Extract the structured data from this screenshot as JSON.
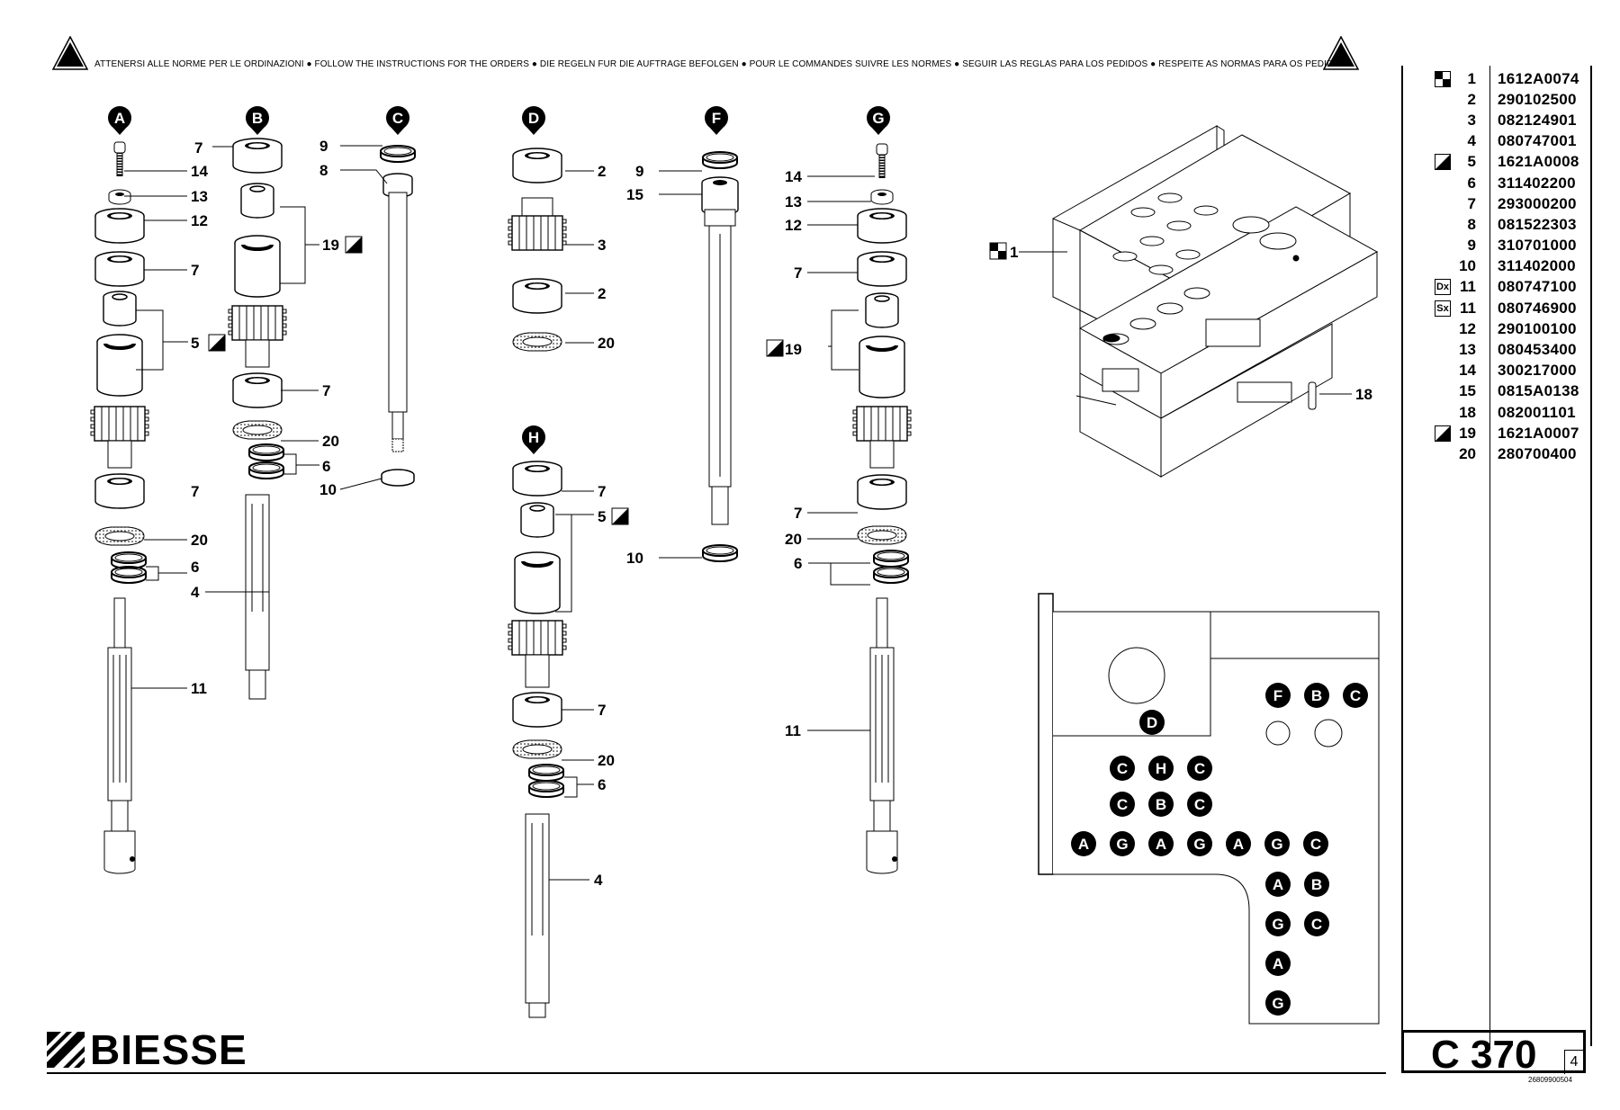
{
  "header": {
    "warning_text": "ATTENERSI ALLE NORME PER LE ORDINAZIONI  ●  FOLLOW THE INSTRUCTIONS FOR THE ORDERS  ●  DIE REGELN FUR DIE AUFTRAGE BEFOLGEN  ●  POUR LE COMMANDES SUIVRE LES NORMES  ●  SEGUIR LAS REGLAS PARA LOS PEDIDOS  ●  RESPEITE AS NORMAS PARA OS PEDIDOS"
  },
  "assemblies": {
    "A": "A",
    "B": "B",
    "C": "C",
    "D": "D",
    "E_F": "F",
    "G": "G",
    "H": "H"
  },
  "callouts": {
    "A_7": "7",
    "A_14": "14",
    "A_13": "13",
    "A_12": "12",
    "A_7b": "7",
    "A_5": "5",
    "A_7c": "7",
    "A_20": "20",
    "A_6": "6",
    "A_4": "4",
    "A_11": "11",
    "B_19": "19",
    "B_7": "7",
    "B_20": "20",
    "B_6": "6",
    "B_10": "10",
    "C_9": "9",
    "C_8": "8",
    "D_2": "2",
    "D_3": "3",
    "D_2b": "2",
    "D_20": "20",
    "H_7": "7",
    "H_5": "5",
    "H_7b": "7",
    "H_20": "20",
    "H_6": "6",
    "H_4": "4",
    "F_9": "9",
    "F_15": "15",
    "F_10": "10",
    "G_14": "14",
    "G_13": "13",
    "G_12": "12",
    "G_7": "7",
    "G_19": "19",
    "G_7b": "7",
    "G_20": "20",
    "G_6": "6",
    "G_11": "11",
    "body_1": "1",
    "body_18": "18"
  },
  "layout_map": {
    "top_row": [
      "F",
      "B",
      "C"
    ],
    "d_marker": "D",
    "row1": [
      "C",
      "H",
      "C"
    ],
    "row2": [
      "C",
      "B",
      "C"
    ],
    "row3": [
      "A",
      "G",
      "A",
      "G",
      "A",
      "G",
      "C"
    ],
    "row4": [
      "A",
      "B"
    ],
    "row5": [
      "G",
      "C"
    ],
    "row6": [
      "A"
    ],
    "row7": [
      "G"
    ]
  },
  "parts_list": [
    {
      "symbol": "checker",
      "num": "1",
      "code": "1612A0074"
    },
    {
      "symbol": "",
      "num": "2",
      "code": "290102500"
    },
    {
      "symbol": "",
      "num": "3",
      "code": "082124901"
    },
    {
      "symbol": "",
      "num": "4",
      "code": "080747001"
    },
    {
      "symbol": "half",
      "num": "5",
      "code": "1621A0008"
    },
    {
      "symbol": "",
      "num": "6",
      "code": "311402200"
    },
    {
      "symbol": "",
      "num": "7",
      "code": "293000200"
    },
    {
      "symbol": "",
      "num": "8",
      "code": "081522303"
    },
    {
      "symbol": "",
      "num": "9",
      "code": "310701000"
    },
    {
      "symbol": "",
      "num": "10",
      "code": "311402000"
    },
    {
      "symbol": "Dx",
      "num": "11",
      "code": "080747100"
    },
    {
      "symbol": "Sx",
      "num": "11",
      "code": "080746900"
    },
    {
      "symbol": "",
      "num": "12",
      "code": "290100100"
    },
    {
      "symbol": "",
      "num": "13",
      "code": "080453400"
    },
    {
      "symbol": "",
      "num": "14",
      "code": "300217000"
    },
    {
      "symbol": "",
      "num": "15",
      "code": "0815A0138"
    },
    {
      "symbol": "",
      "num": "18",
      "code": "082001101"
    },
    {
      "symbol": "half",
      "num": "19",
      "code": "1621A0007"
    },
    {
      "symbol": "",
      "num": "20",
      "code": "280700400"
    }
  ],
  "footer": {
    "brand": "BIESSE",
    "table": "C 370",
    "sheet": "4",
    "doc_code": "26809900504"
  }
}
